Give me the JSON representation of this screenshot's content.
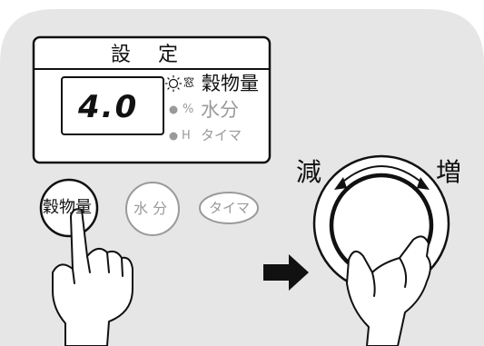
{
  "panel": {
    "title": "設　定",
    "display_value": "4.0",
    "indicators": [
      {
        "icon": "sun-lit-indicator-icon",
        "unit": "窓",
        "label": "穀物量",
        "active": true
      },
      {
        "icon": "dot-indicator-icon",
        "unit": "%",
        "label": "水分",
        "active": false
      },
      {
        "icon": "dot-indicator-icon",
        "unit": "H",
        "label": "タイマ",
        "active": false
      }
    ]
  },
  "buttons": {
    "grain": "穀物量",
    "moisture": "水 分",
    "timer": "タイマ"
  },
  "dial": {
    "decrease_label": "減",
    "increase_label": "増"
  },
  "colors": {
    "background_panel": "#e6e6e6",
    "active_text": "#111111",
    "inactive_text": "#9a9a9a"
  }
}
